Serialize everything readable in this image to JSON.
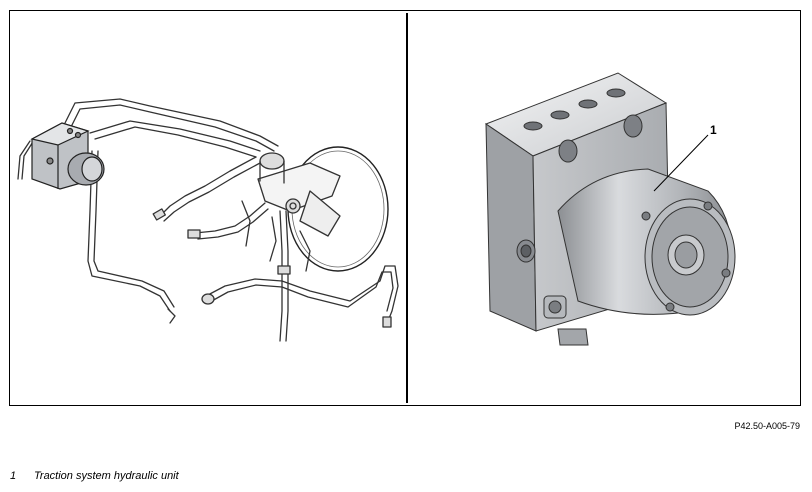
{
  "figure": {
    "reference_code": "P42.50-A005-79",
    "callout_label": "1"
  },
  "legend": {
    "items": [
      {
        "number": "1",
        "text": "Traction system hydraulic unit"
      }
    ]
  }
}
